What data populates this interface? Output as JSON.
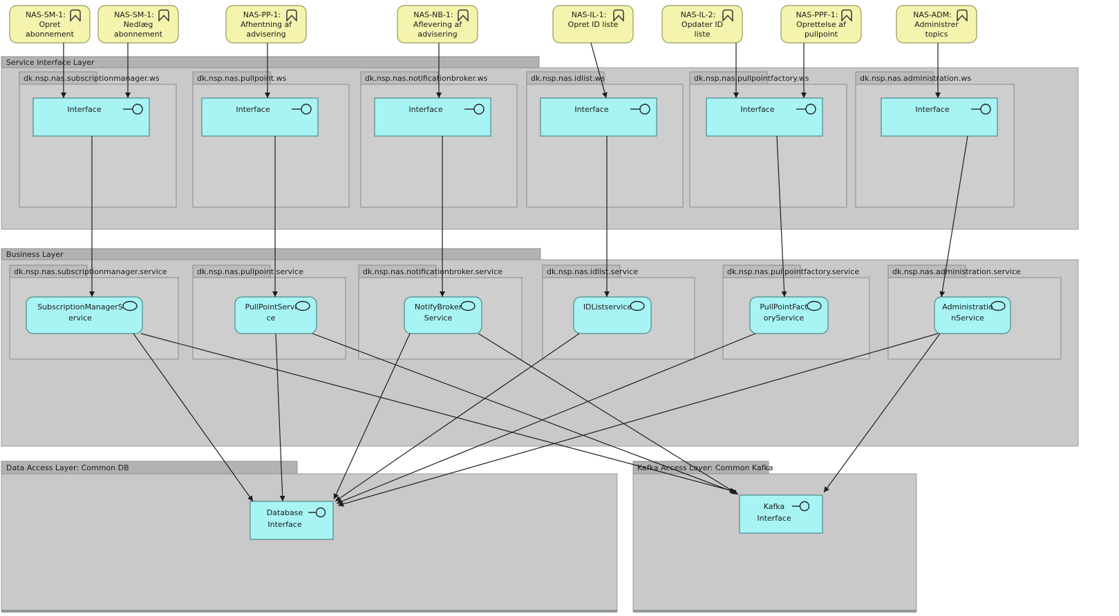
{
  "colors": {
    "requirement_fill": "#f4f4ae",
    "requirement_border": "#98985c",
    "node_fill": "#a8f4f4",
    "node_border": "#4a8a8a",
    "group_bar": "#b2b2b2",
    "group_body": "#c9c9c9",
    "package_tab": "#bcbcbc",
    "package_body": "#cecece",
    "connector": "#1c1c1c"
  },
  "requirements": [
    {
      "line1": "NAS-SM-1:",
      "line2": "Opret",
      "line3": "abonnement"
    },
    {
      "line1": "NAS-SM-1:",
      "line2": "Nedlæg",
      "line3": "abonnement"
    },
    {
      "line1": "NAS-PP-1:",
      "line2": "Afhentning af",
      "line3": "advisering"
    },
    {
      "line1": "NAS-NB-1:",
      "line2": "Aflevering af",
      "line3": "advisering"
    },
    {
      "line1": "NAS-IL-1:",
      "line2": "Opret ID liste",
      "line3": ""
    },
    {
      "line1": "NAS-IL-2:",
      "line2": "Opdater ID",
      "line3": "liste"
    },
    {
      "line1": "NAS-PPF-1:",
      "line2": "Oprettelse af",
      "line3": "pullpoint"
    },
    {
      "line1": "NAS-ADM:",
      "line2": "Administrer",
      "line3": "topics"
    }
  ],
  "service_interface_layer": {
    "title": "Service Interface Layer",
    "interface_label": "Interface",
    "packages": [
      "dk.nsp.nas.subscriptionmanager.ws",
      "dk.nsp.nas.pullpoint.ws",
      "dk.nsp.nas.notificationbroker.ws",
      "dk.nsp.nas.idlist.ws",
      "dk.nsp.nas.pullpointfactory.ws",
      "dk.nsp.nas.administration.ws"
    ]
  },
  "business_layer": {
    "title": "Business Layer",
    "packages": [
      "dk.nsp.nas.subscriptionmanager.service",
      "dk.nsp.nas.pullpoint.service",
      "dk.nsp.nas.notificationbroker.service",
      "dk.nsp.nas.idlist.service",
      "dk.nsp.nas.pullpointfactory.service",
      "dk.nsp.nas.administration.service"
    ],
    "services": [
      {
        "line1": "SubscriptionManagerS",
        "line2": "ervice"
      },
      {
        "line1": "PullPointServi",
        "line2": "ce"
      },
      {
        "line1": "NotifyBroker",
        "line2": "Service"
      },
      {
        "line1": "IDListservice",
        "line2": ""
      },
      {
        "line1": "PullPointFact",
        "line2": "oryService"
      },
      {
        "line1": "Administratio",
        "line2": "nService"
      }
    ]
  },
  "data_access_layer": {
    "title": "Data Access Layer: Common DB",
    "interface": {
      "line1": "Database",
      "line2": "Interface"
    }
  },
  "kafka_access_layer": {
    "title": "Kafka Access Layer: Common Kafka",
    "interface": {
      "line1": "Kafka",
      "line2": "Interface"
    }
  }
}
